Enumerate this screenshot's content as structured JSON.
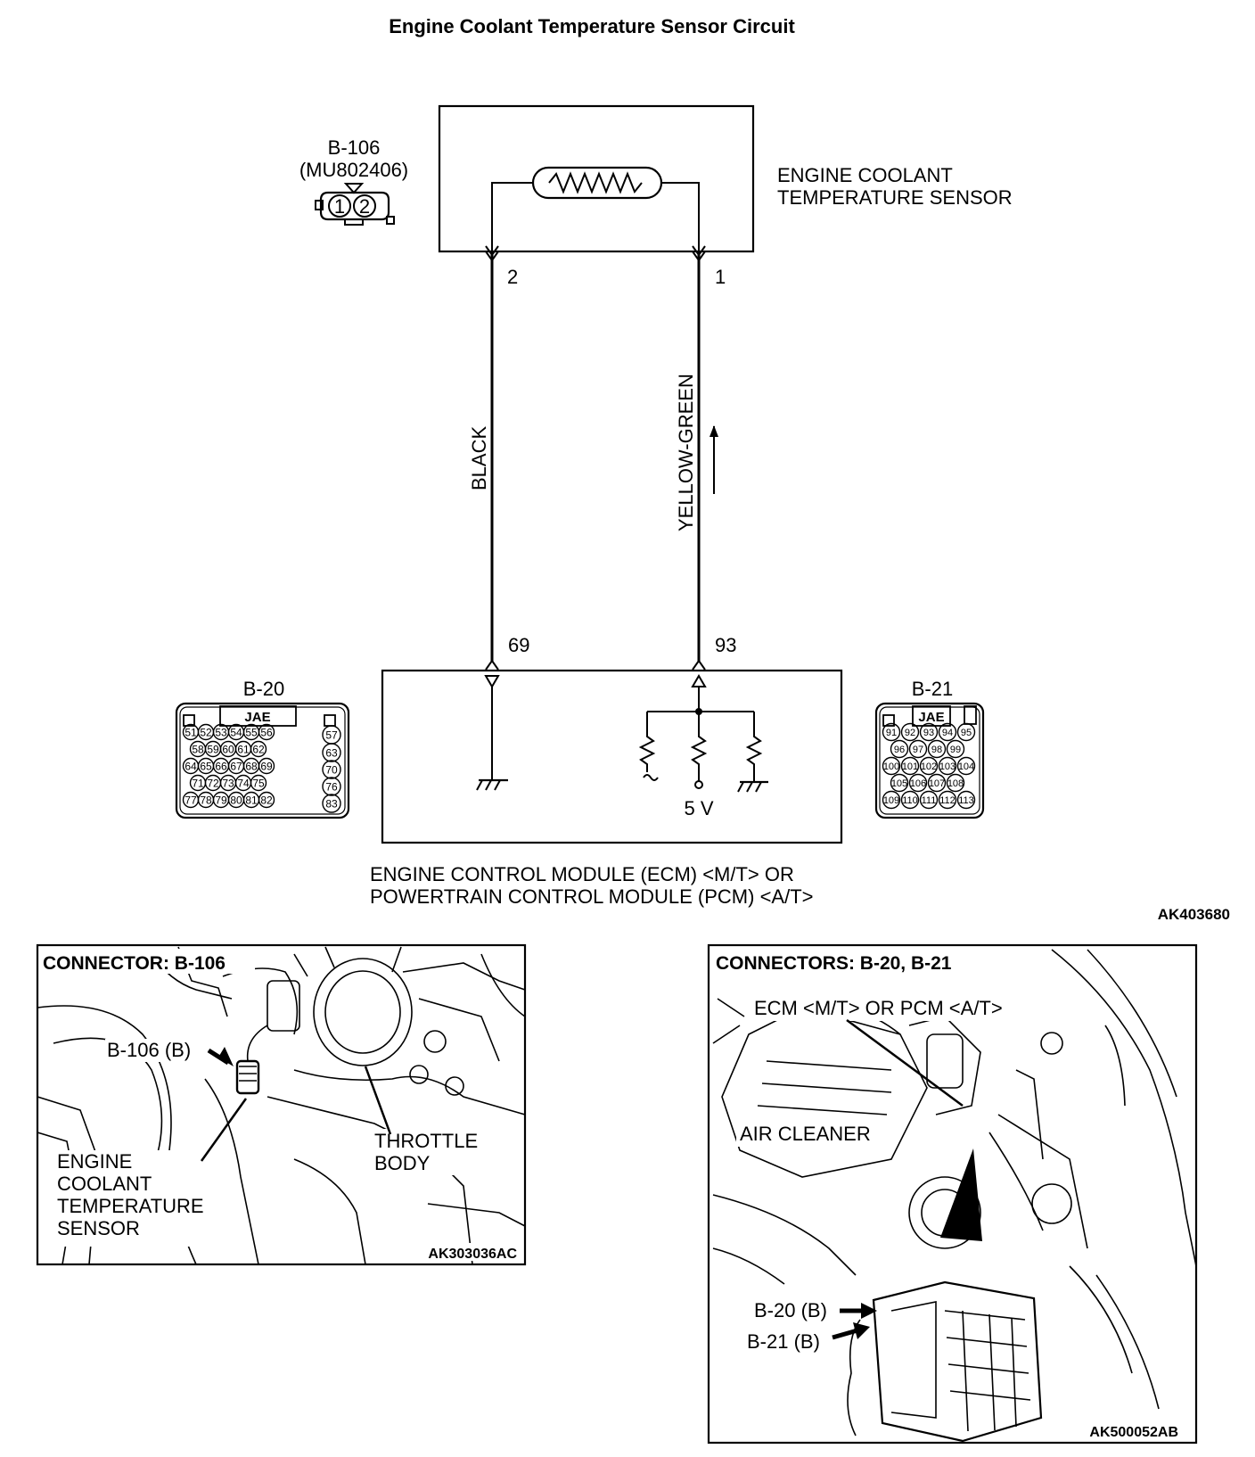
{
  "title": "Engine Coolant Temperature Sensor Circuit",
  "sensor": {
    "connector_id": "B-106",
    "part_number": "(MU802406)",
    "pin_1": "1",
    "pin_2": "2",
    "label_line1": "ENGINE COOLANT",
    "label_line2": "TEMPERATURE SENSOR"
  },
  "wires": {
    "left_color": "BLACK",
    "right_color": "YELLOW-GREEN",
    "left_sensor_pin": "2",
    "right_sensor_pin": "1",
    "left_ecm_pin": "69",
    "right_ecm_pin": "93"
  },
  "ecm": {
    "voltage": "5 V",
    "label_line1": "ENGINE CONTROL MODULE (ECM) <M/T> OR",
    "label_line2": "POWERTRAIN CONTROL MODULE (PCM) <A/T>"
  },
  "connector_b20": {
    "id": "B-20",
    "maker": "JAE",
    "rows": [
      [
        "51",
        "52",
        "53",
        "54",
        "55",
        "56"
      ],
      [
        "58",
        "59",
        "60",
        "61",
        "62"
      ],
      [
        "64",
        "65",
        "66",
        "67",
        "68",
        "69"
      ],
      [
        "71",
        "72",
        "73",
        "74",
        "75"
      ],
      [
        "77",
        "78",
        "79",
        "80",
        "81",
        "82"
      ]
    ],
    "side": [
      "57",
      "63",
      "70",
      "76",
      "83"
    ]
  },
  "connector_b21": {
    "id": "B-21",
    "maker": "JAE",
    "rows": [
      [
        "91",
        "92",
        "93",
        "94",
        "95"
      ],
      [
        "96",
        "97",
        "98",
        "99"
      ],
      [
        "100",
        "101",
        "102",
        "103",
        "104"
      ],
      [
        "105",
        "106",
        "107",
        "108"
      ],
      [
        "109",
        "110",
        "111",
        "112",
        "113"
      ]
    ]
  },
  "diagram_code": "AK403680",
  "photo_left": {
    "heading": "CONNECTOR: B-106",
    "callout_connector": "B-106 (B)",
    "callout_sensor": [
      "ENGINE",
      "COOLANT",
      "TEMPERATURE",
      "SENSOR"
    ],
    "callout_throttle": [
      "THROTTLE",
      "BODY"
    ],
    "code": "AK303036AC"
  },
  "photo_right": {
    "heading": "CONNECTORS: B-20, B-21",
    "callout_ecm": "ECM <M/T> OR PCM <A/T>",
    "callout_air": "AIR CLEANER",
    "callout_b20": "B-20 (B)",
    "callout_b21": "B-21 (B)",
    "code": "AK500052AB"
  }
}
